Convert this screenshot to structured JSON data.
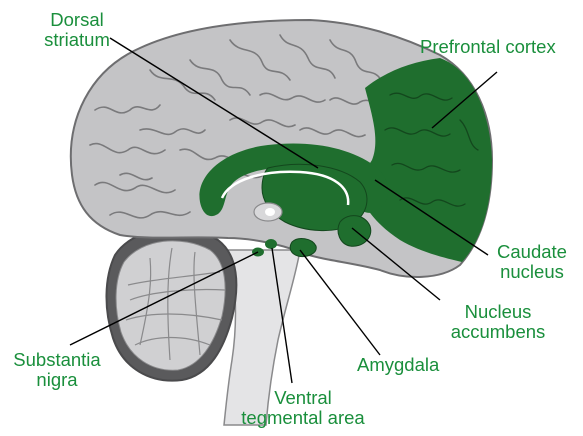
{
  "labels": {
    "dorsal_striatum": [
      "Dorsal",
      "striatum"
    ],
    "prefrontal_cortex": "Prefrontal cortex",
    "caudate_nucleus": [
      "Caudate",
      "nucleus"
    ],
    "nucleus_accumbens": [
      "Nucleus",
      "accumbens"
    ],
    "amygdala": "Amygdala",
    "substantia_nigra": [
      "Substantia",
      "nigra"
    ],
    "ventral_tegmental_area": [
      "Ventral",
      "tegmental area"
    ]
  },
  "colors": {
    "label_text": "#1a8f3c",
    "highlight": "#1f6e2e",
    "brain_gray": "#c4c4c6",
    "brain_outline": "#6e6e70",
    "leader_line": "#000000"
  }
}
